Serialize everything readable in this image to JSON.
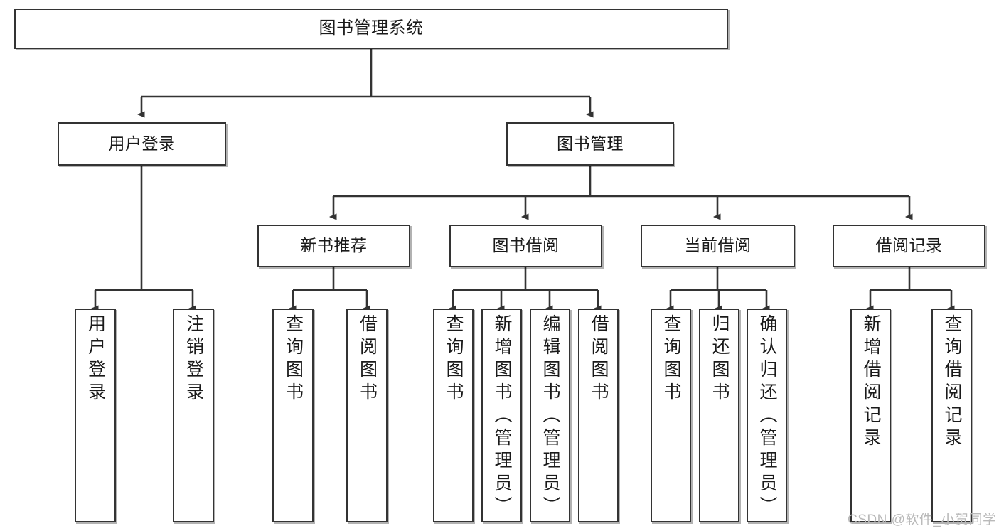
{
  "diagram": {
    "title": "图书管理系统",
    "type": "tree",
    "watermark": "CSDN @软件_小贺同学",
    "colors": {
      "node_border": "#333333",
      "node_fill": "#ffffff",
      "edge": "#333333",
      "background": "#ffffff",
      "watermark": "#b9b9b9"
    },
    "levels": {
      "root": {
        "label": "图书管理系统"
      },
      "level2": [
        {
          "id": "user-login",
          "label": "用户登录"
        },
        {
          "id": "book-manage",
          "label": "图书管理"
        }
      ],
      "level3": [
        {
          "id": "new-book-rec",
          "label": "新书推荐",
          "parent": "book-manage"
        },
        {
          "id": "book-borrow",
          "label": "图书借阅",
          "parent": "book-manage"
        },
        {
          "id": "current-borrow",
          "label": "当前借阅",
          "parent": "book-manage"
        },
        {
          "id": "borrow-record",
          "label": "借阅记录",
          "parent": "book-manage"
        }
      ],
      "leaves": [
        {
          "id": "leaf-user-login",
          "label": "用户登录",
          "parent": "user-login"
        },
        {
          "id": "leaf-logout",
          "label": "注销登录",
          "parent": "user-login"
        },
        {
          "id": "leaf-query-book-1",
          "label": "查询图书",
          "parent": "new-book-rec"
        },
        {
          "id": "leaf-borrow-book-1",
          "label": "借阅图书",
          "parent": "new-book-rec"
        },
        {
          "id": "leaf-query-book-2",
          "label": "查询图书",
          "parent": "book-borrow"
        },
        {
          "id": "leaf-add-book",
          "label": "新增图书（管理员）",
          "parent": "book-borrow"
        },
        {
          "id": "leaf-edit-book",
          "label": "编辑图书（管理员）",
          "parent": "book-borrow"
        },
        {
          "id": "leaf-borrow-book-2",
          "label": "借阅图书",
          "parent": "book-borrow"
        },
        {
          "id": "leaf-query-book-3",
          "label": "查询图书",
          "parent": "current-borrow"
        },
        {
          "id": "leaf-return-book",
          "label": "归还图书",
          "parent": "current-borrow"
        },
        {
          "id": "leaf-confirm-return",
          "label": "确认归还（管理员）",
          "parent": "current-borrow"
        },
        {
          "id": "leaf-add-record",
          "label": "新增借阅记录",
          "parent": "borrow-record"
        },
        {
          "id": "leaf-query-record",
          "label": "查询借阅记录",
          "parent": "borrow-record"
        }
      ]
    }
  }
}
